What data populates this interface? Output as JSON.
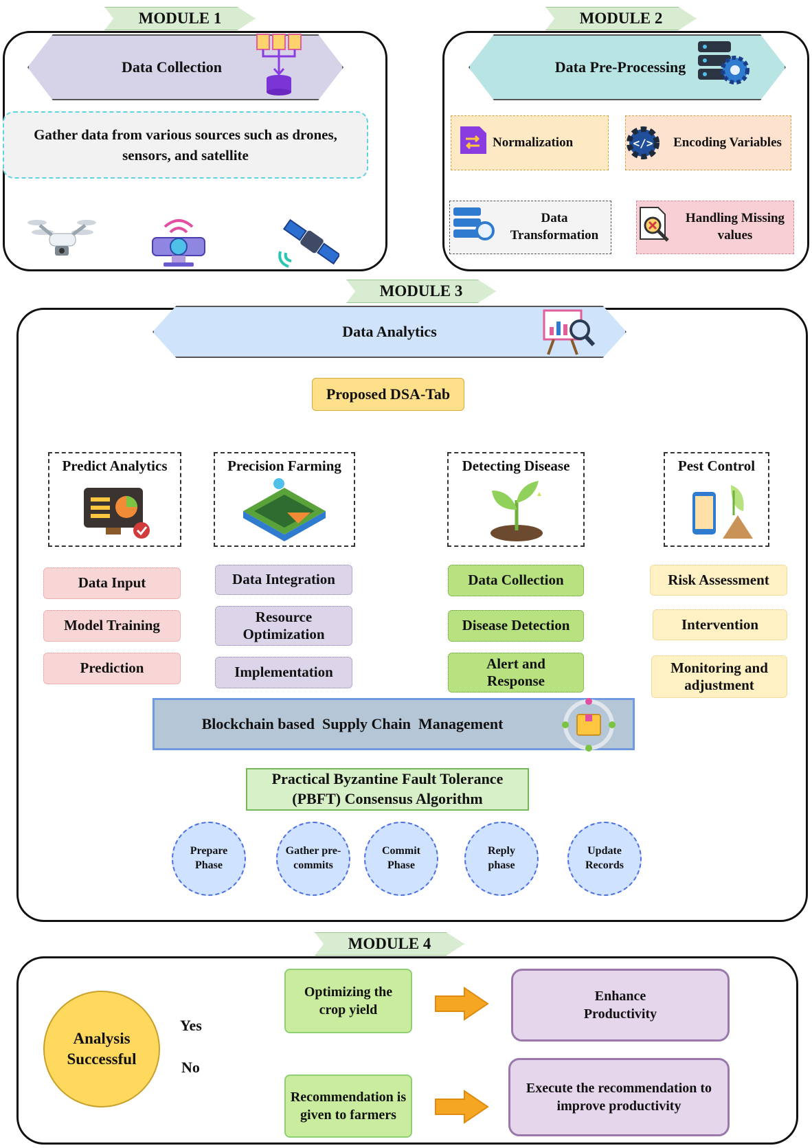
{
  "modules": {
    "m1": "MODULE 1",
    "m2": "MODULE 2",
    "m3": "MODULE 3",
    "m4": "MODULE 4"
  },
  "module1": {
    "title": "Data Collection",
    "description": "Gather data from various sources such as drones, sensors, and satellite",
    "sources": [
      "drone-icon",
      "sensor-icon",
      "satellite-icon"
    ]
  },
  "module2": {
    "title": "Data Pre-Processing",
    "items": {
      "normalization": "Normalization",
      "encoding": "Encoding Variables",
      "transformation": "Data Transformation",
      "missing": "Handling Missing values"
    }
  },
  "module3": {
    "title": "Data Analytics",
    "proposed": "Proposed DSA-Tab",
    "branches": {
      "predict": {
        "title": "Predict Analytics",
        "steps": [
          "Data Input",
          "Model Training",
          "Prediction"
        ]
      },
      "precision": {
        "title": "Precision Farming",
        "steps": [
          "Data Integration",
          "Resource Optimization",
          "Implementation"
        ]
      },
      "disease": {
        "title": "Detecting Disease",
        "steps": [
          "Data Collection",
          "Disease Detection",
          "Alert and Response"
        ]
      },
      "pest": {
        "title": "Pest Control",
        "steps": [
          "Risk Assessment",
          "Intervention",
          "Monitoring and adjustment"
        ]
      }
    },
    "blockchain": "Blockchain based  Supply Chain  Management",
    "pbft": "Practical Byzantine Fault Tolerance (PBFT) Consensus Algorithm",
    "phases": [
      "Prepare Phase",
      "Gather pre-commits",
      "Commit Phase",
      "Reply phase",
      "Update Records"
    ]
  },
  "module4": {
    "analysis": "Analysis Successful",
    "yes": "Yes",
    "no": "No",
    "optimize": "Optimizing the crop yield",
    "enhance": "Enhance Productivity",
    "recommend": "Recommendation is given to farmers",
    "execute": "Execute the recommendation to improve productivity"
  },
  "colors": {
    "module_tag": "#d8ecd2",
    "collection_hex": "#d6d2e8",
    "preprocess_hex": "#b9e4e4",
    "analytics_hex": "#cfe3fb",
    "proposed": "#ffe08a",
    "blockchain": "#b5c6d6",
    "pbft": "#d8f0c8",
    "analysis": "#ffd85e",
    "arrow": "#f5a623"
  }
}
